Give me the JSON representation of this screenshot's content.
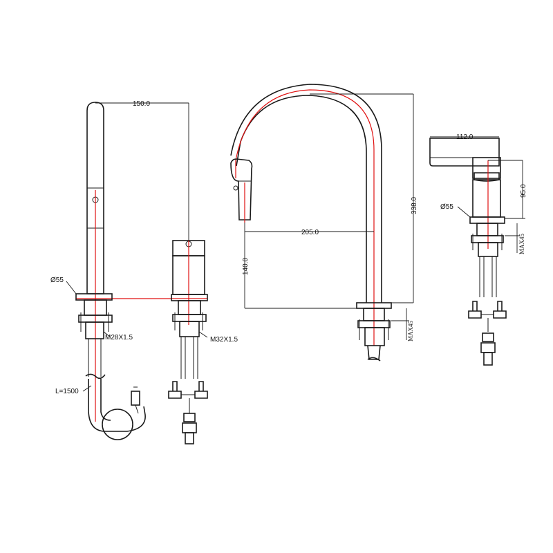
{
  "view1": {
    "dim_width": "150.0",
    "base_dia": "Ø55",
    "thread_left": "M28X1.5",
    "thread_right": "M32X1.5",
    "hose_length": "L=1500"
  },
  "view2": {
    "dim_reach": "205.0",
    "dim_height": "338.0",
    "dim_spout_drop": "140.0",
    "dim_max_thickness": "MAX45"
  },
  "view3": {
    "dim_lever": "112.0",
    "dim_body_height": "95.0",
    "base_dia": "Ø55",
    "dim_max_thickness": "MAX45"
  },
  "colors": {
    "outline": "#1a1a1a",
    "centerline": "#e01010"
  }
}
